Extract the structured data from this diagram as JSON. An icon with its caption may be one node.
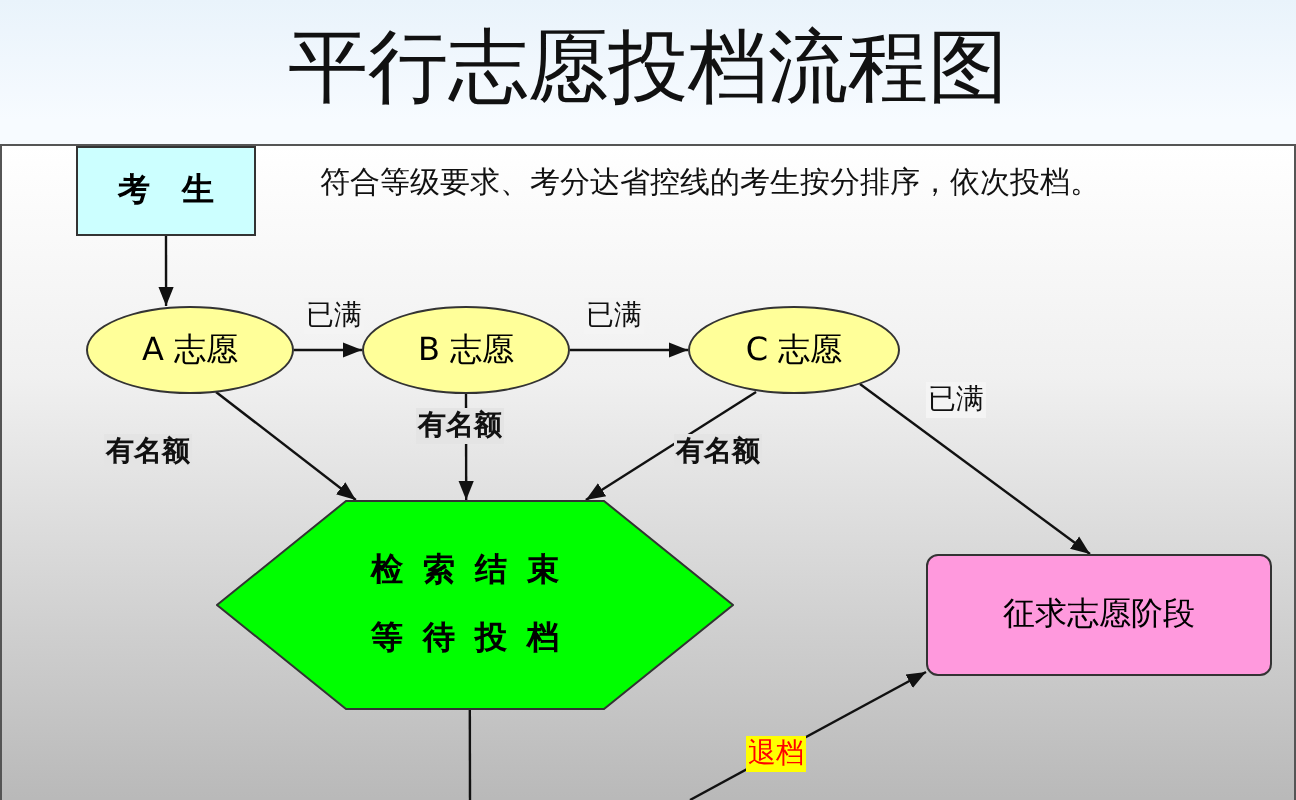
{
  "diagram": {
    "title": "平行志愿投档流程图",
    "nodes": [
      {
        "text": [
          "考　生"
        ]
      },
      {
        "text": [
          "A 志愿"
        ]
      },
      {
        "text": [
          "B 志愿"
        ]
      },
      {
        "text": [
          "C 志愿"
        ]
      },
      {
        "text": [
          "检索结束等待投档"
        ]
      },
      {
        "text": [
          "征求志愿阶段"
        ]
      }
    ],
    "edges": [
      {
        "from": 0,
        "to": 1,
        "arrow": "to"
      },
      {
        "from": 1,
        "to": 2,
        "arrow": "to",
        "label": "已满"
      },
      {
        "from": 2,
        "to": 3,
        "arrow": "to",
        "label": "已满"
      },
      {
        "from": 3,
        "to": 5,
        "arrow": "to",
        "label": "已满"
      },
      {
        "from": 1,
        "to": 4,
        "arrow": "to",
        "label": "有名额"
      },
      {
        "from": 2,
        "to": 4,
        "arrow": "to",
        "label": "有名额"
      },
      {
        "from": 3,
        "to": 4,
        "arrow": "to",
        "label": "有名额"
      },
      {
        "from": 4,
        "to": null,
        "arrow": "none"
      },
      {
        "from": null,
        "to": 5,
        "arrow": "to",
        "label": "退档"
      }
    ],
    "labels": [
      "符合等级要求、考分达省控线的考生按分排序，依次投档。"
    ]
  }
}
